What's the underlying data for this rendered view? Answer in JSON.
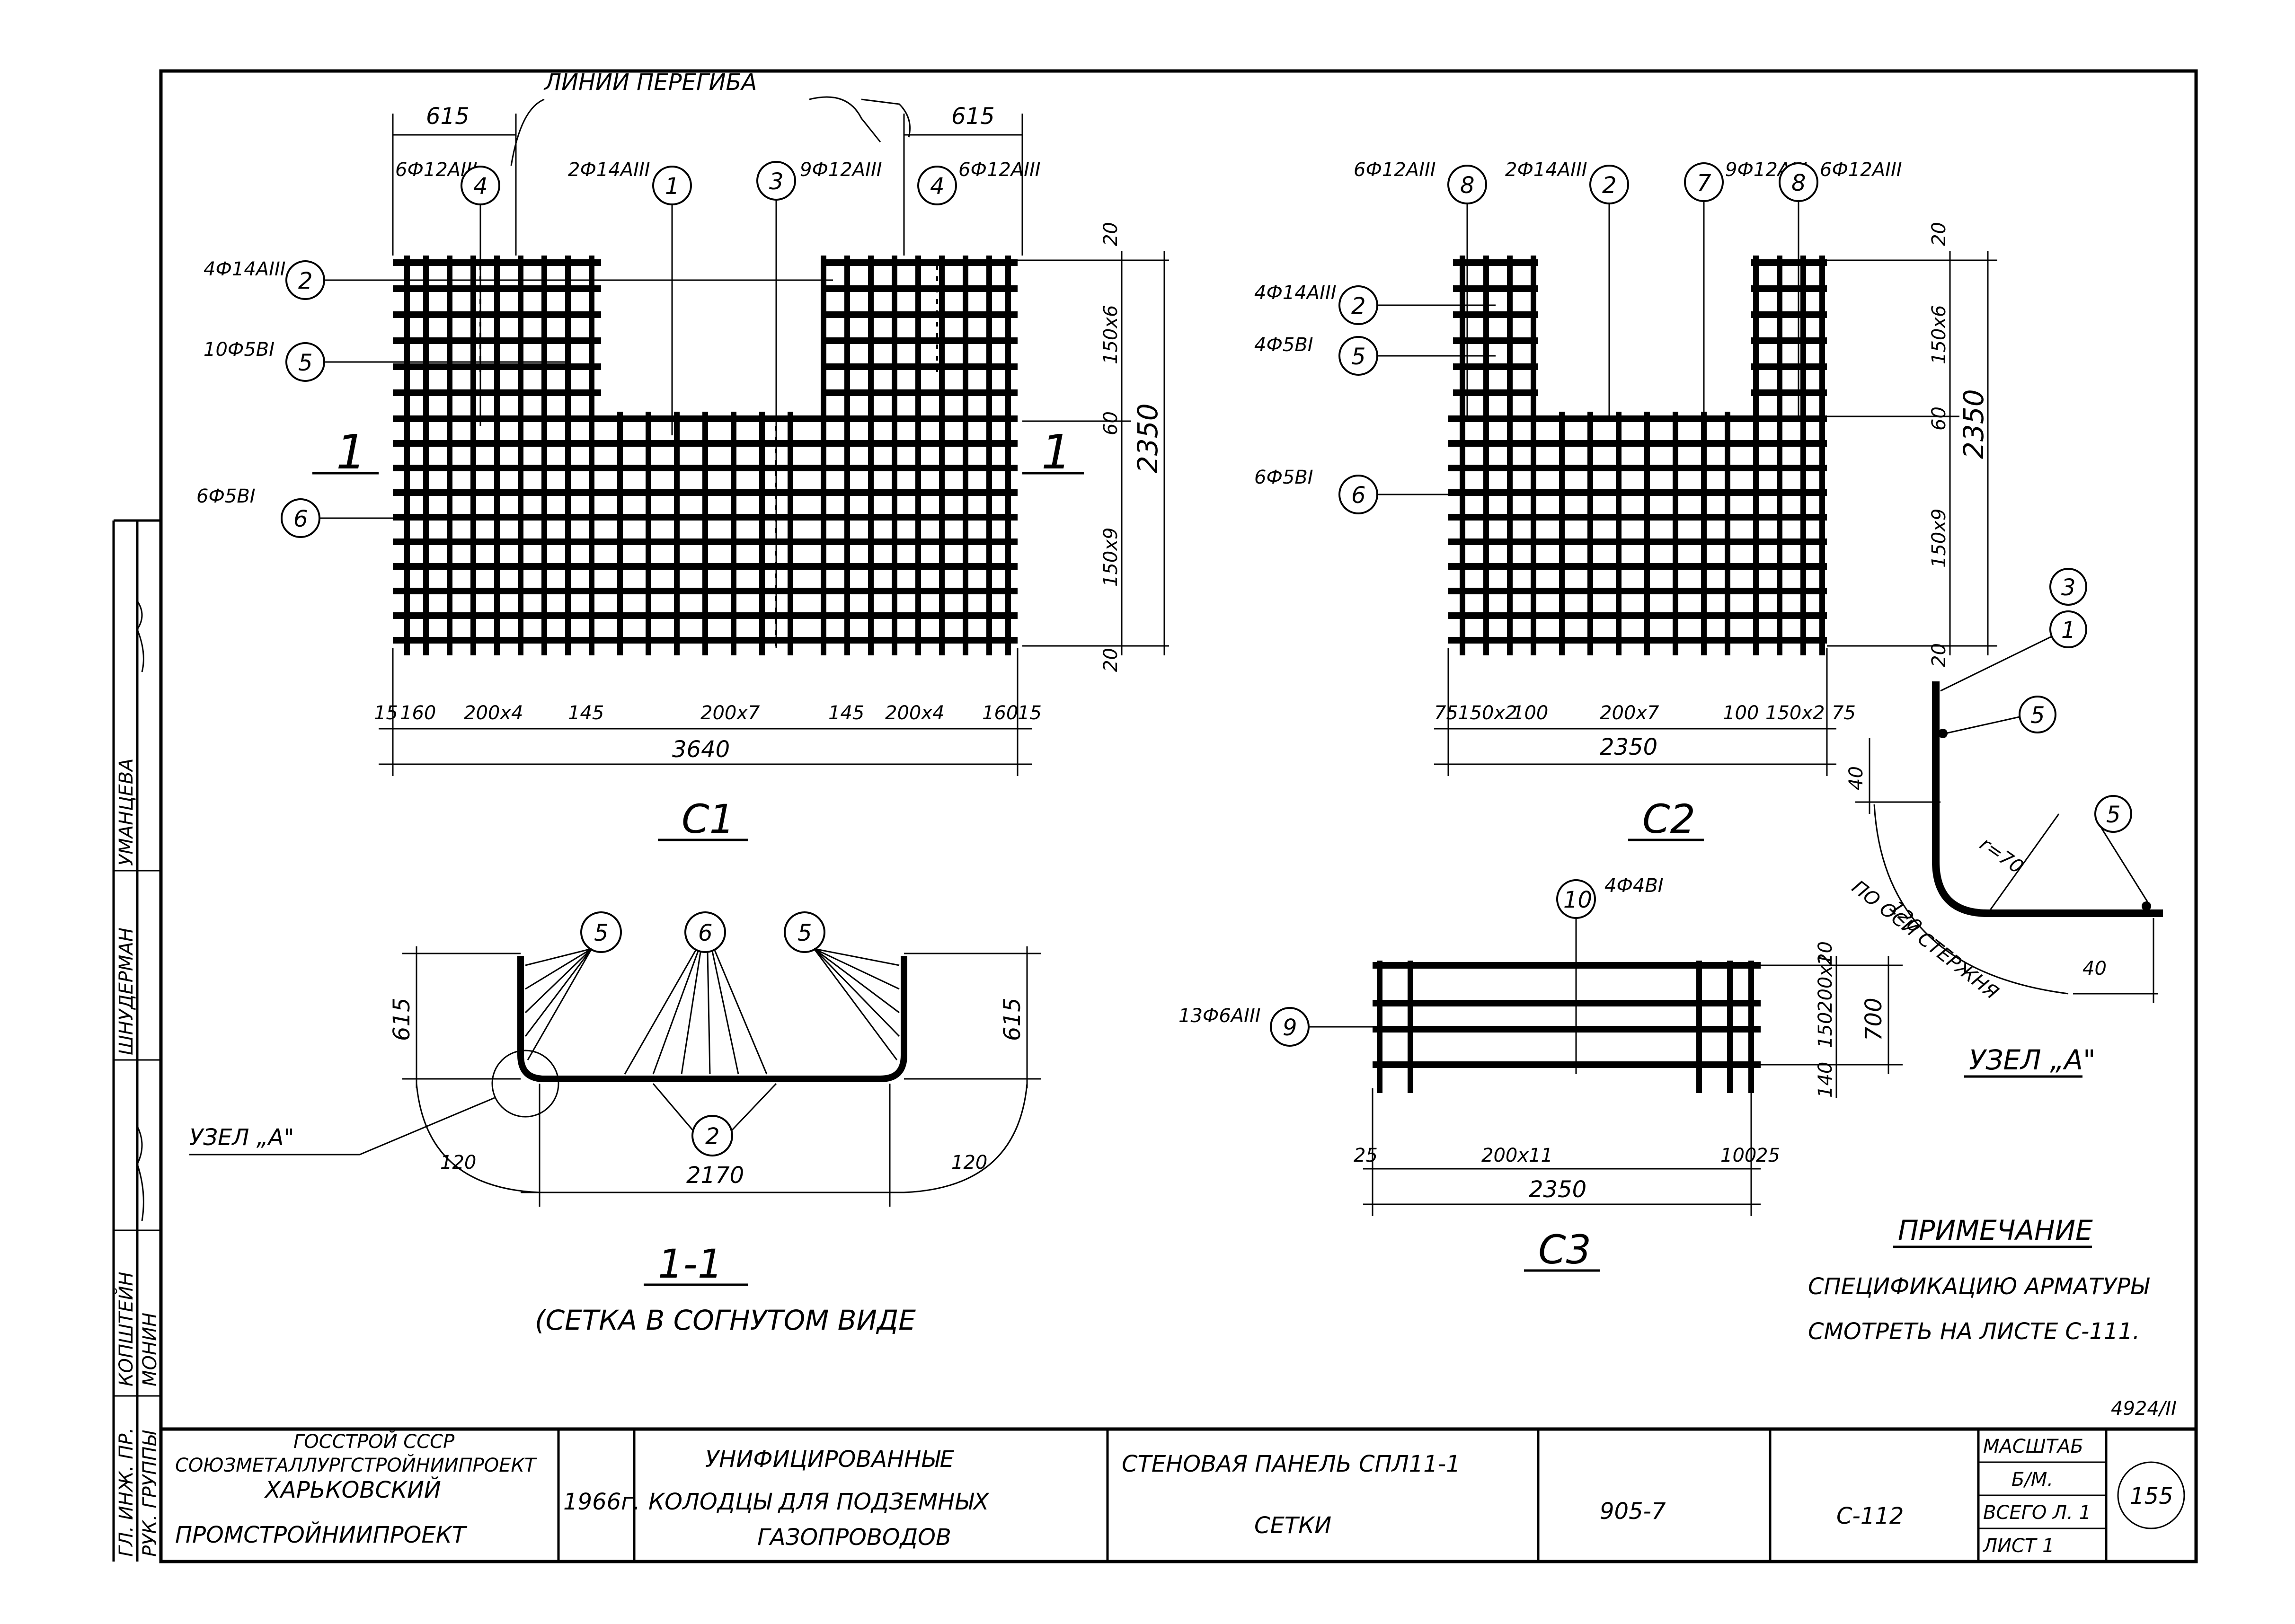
{
  "bend_lines_label": "ЛИНИИ ПЕРЕГИБА",
  "c1": {
    "title": "С1",
    "section_mark": "1",
    "dim_top_left": "615",
    "dim_top_right": "615",
    "callouts": [
      {
        "num": "4",
        "spec": "6Ф12АIII"
      },
      {
        "num": "1",
        "spec": "2Ф14АIII"
      },
      {
        "num": "3",
        "spec": "9Ф12АIII"
      },
      {
        "num": "4",
        "spec": "6Ф12АIII"
      },
      {
        "num": "2",
        "spec": "4Ф14АIII"
      },
      {
        "num": "5",
        "spec": "10Ф5BI"
      },
      {
        "num": "6",
        "spec": "6Ф5BI"
      }
    ],
    "dims_right": [
      "20",
      "150х6",
      "60",
      "150х9",
      "20"
    ],
    "dim_height": "2350",
    "dims_bottom": [
      "15",
      "160",
      "200х4",
      "145",
      "200х7",
      "145",
      "200х4",
      "160",
      "15"
    ],
    "dim_width": "3640"
  },
  "c2": {
    "title": "С2",
    "callouts": [
      {
        "num": "8",
        "spec": "6Ф12АIII"
      },
      {
        "num": "2",
        "spec": "2Ф14АIII"
      },
      {
        "num": "7",
        "spec": "9Ф12АIII"
      },
      {
        "num": "8",
        "spec": "6Ф12АIII"
      },
      {
        "num": "2",
        "spec": "4Ф14АIII"
      },
      {
        "num": "5",
        "spec": "4Ф5BI"
      },
      {
        "num": "6",
        "spec": "6Ф5BI"
      }
    ],
    "dims_right": [
      "20",
      "150х6",
      "60",
      "150х9",
      "20"
    ],
    "dim_height": "2350",
    "dims_bottom": [
      "75",
      "150х2",
      "100",
      "200х7",
      "100",
      "150х2",
      "75"
    ],
    "dim_width": "2350"
  },
  "c3": {
    "title": "С3",
    "callouts": [
      {
        "num": "10",
        "spec": "4Ф4BI"
      },
      {
        "num": "9",
        "spec": "13Ф6АIII"
      }
    ],
    "dims_right": [
      "10",
      "200х2",
      "150",
      "140"
    ],
    "dim_height": "700",
    "dims_bottom": [
      "25",
      "200х11",
      "100",
      "25"
    ],
    "dim_width": "2350"
  },
  "section_1_1": {
    "title": "1-1",
    "subtitle": "(СЕТКА В СОГНУТОМ ВИДЕ",
    "node_label": "УЗЕЛ „А\"",
    "callouts": [
      "5",
      "6",
      "5",
      "2"
    ],
    "dim_left": "615",
    "dim_right": "615",
    "radius_left": "120",
    "radius_right": "120",
    "dim_bottom": "2170"
  },
  "node_a": {
    "title": "УЗЕЛ „А\"",
    "callouts": [
      "3",
      "1",
      "5",
      "5"
    ],
    "radius": "r=70",
    "dim_40_left": "40",
    "dim_40_bottom": "40",
    "arc_dim": "120",
    "arc_text": "ПО ОСИ СТЕРЖНЯ"
  },
  "note": {
    "title": "ПРИМЕЧАНИЕ",
    "line1": "СПЕЦИФИКАЦИЮ АРМАТУРЫ",
    "line2": "СМОТРЕТЬ НА ЛИСТЕ С-111."
  },
  "sheet_code": "4924/II",
  "title_block": {
    "org1": "ГОССТРОЙ СССР",
    "org2": "СОЮЗМЕТАЛЛУРГСТРОЙНИИПРОЕКТ",
    "org3": "ХАРЬКОВСКИЙ",
    "org4": "ПРОМСТРОЙНИИПРОЕКТ",
    "year": "1966г.",
    "project1": "УНИФИЦИРОВАННЫЕ",
    "project2": "КОЛОДЦЫ ДЛЯ ПОДЗЕМНЫХ",
    "project3": "ГАЗОПРОВОДОВ",
    "name1": "СТЕНОВАЯ ПАНЕЛЬ СПЛ11-1",
    "name2": "СЕТКИ",
    "series": "905-7",
    "sheet": "С-112",
    "scale_label": "МАСШТАБ",
    "scale_value": "Б/М.",
    "sheets_total": "ВСЕГО Л. 1",
    "sheet_label": "ЛИСТ 1",
    "page_number": "155"
  },
  "side_stamp": {
    "roles": [
      "ГЛ. ИНЖ. ПР.",
      "РУК. ГРУППЫ"
    ],
    "names": [
      "КОПШТЕЙН",
      "МОНИН",
      "ШНУДЕРМАН",
      "УМАНЦЕВА"
    ]
  }
}
